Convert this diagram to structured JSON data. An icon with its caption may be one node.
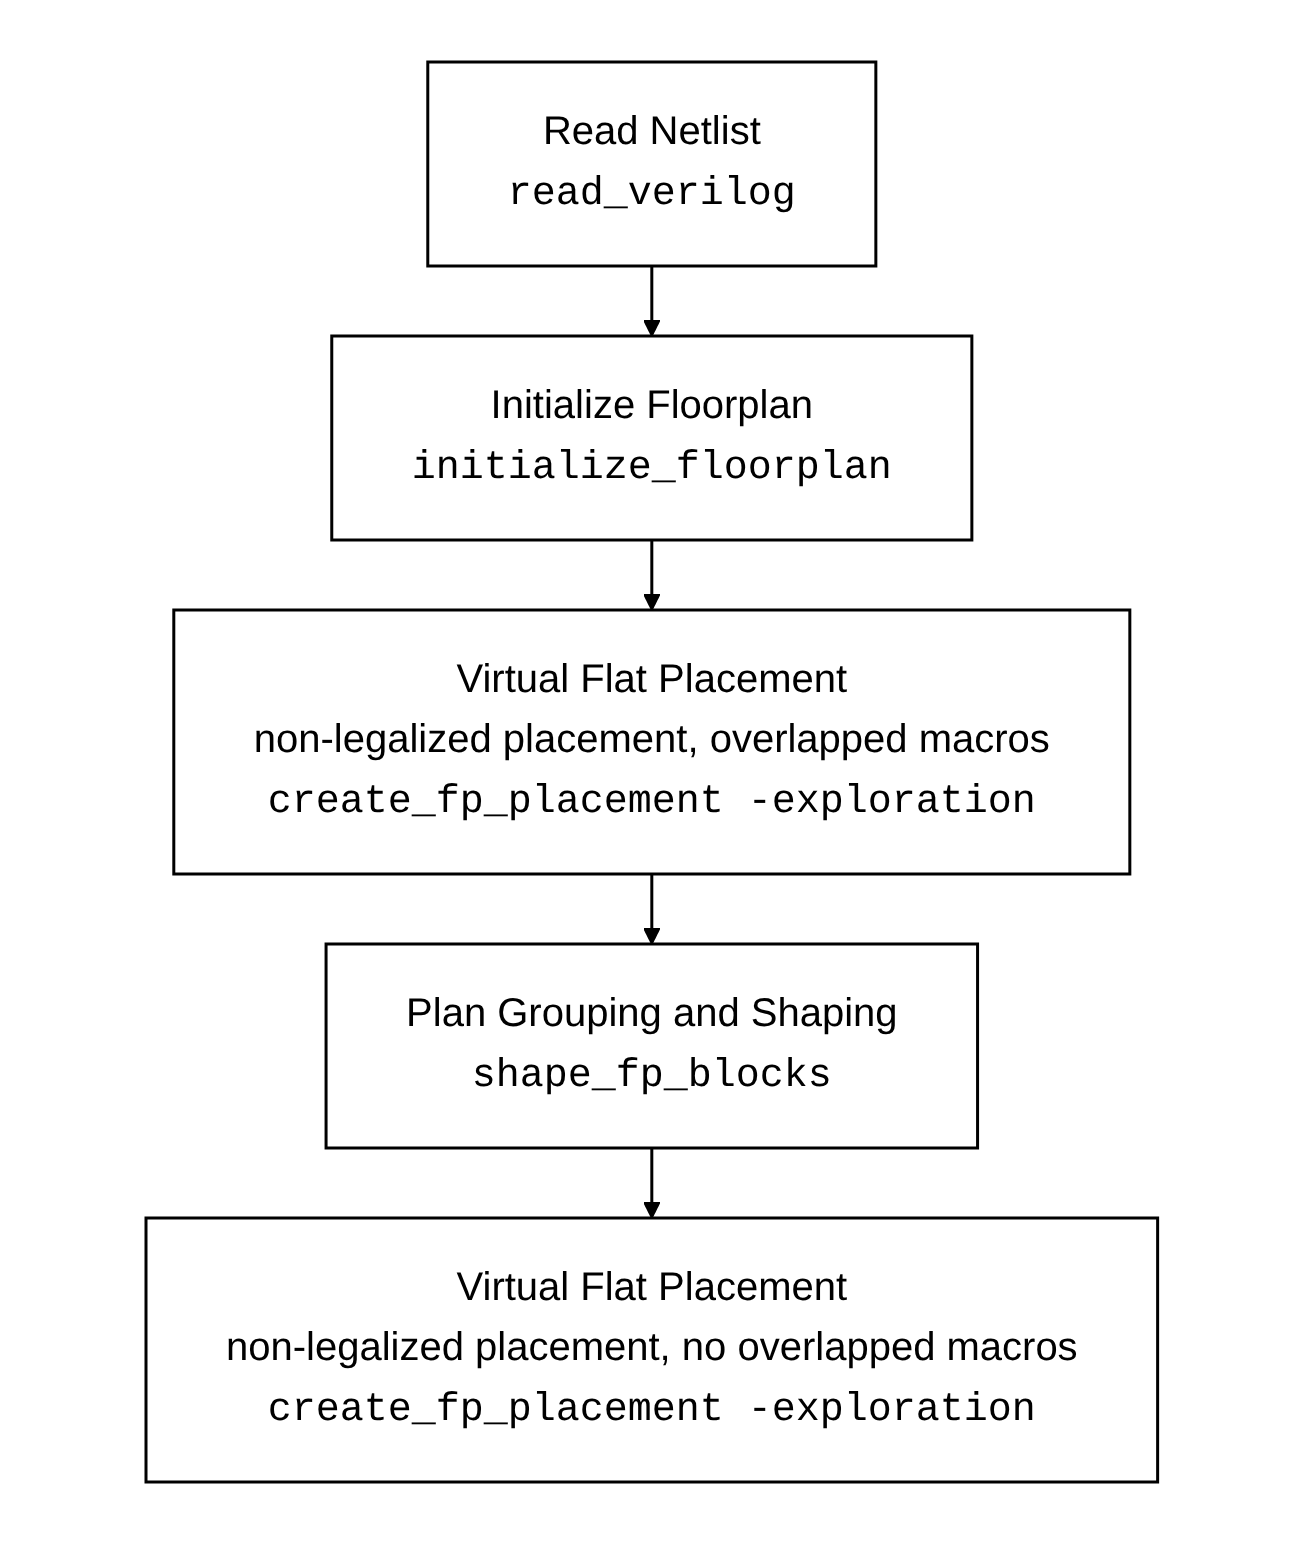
{
  "diagram": {
    "nodes": [
      {
        "text": [
          "Read Netlist",
          "read_verilog"
        ]
      },
      {
        "text": [
          "Initialize Floorplan",
          "initialize_floorplan"
        ]
      },
      {
        "text": [
          "Virtual Flat Placement",
          "non-legalized placement, overlapped macros",
          "create_fp_placement -exploration"
        ]
      },
      {
        "text": [
          "Plan Grouping and Shaping",
          "shape_fp_blocks"
        ]
      },
      {
        "text": [
          "Virtual Flat Placement",
          "non-legalized placement, no overlapped macros",
          "create_fp_placement -exploration"
        ]
      }
    ],
    "edges": [
      {
        "from": 0,
        "to": 1,
        "arrow": "to"
      },
      {
        "from": 1,
        "to": 2,
        "arrow": "to"
      },
      {
        "from": 2,
        "to": 3,
        "arrow": "to"
      },
      {
        "from": 3,
        "to": 4,
        "arrow": "to"
      }
    ]
  }
}
